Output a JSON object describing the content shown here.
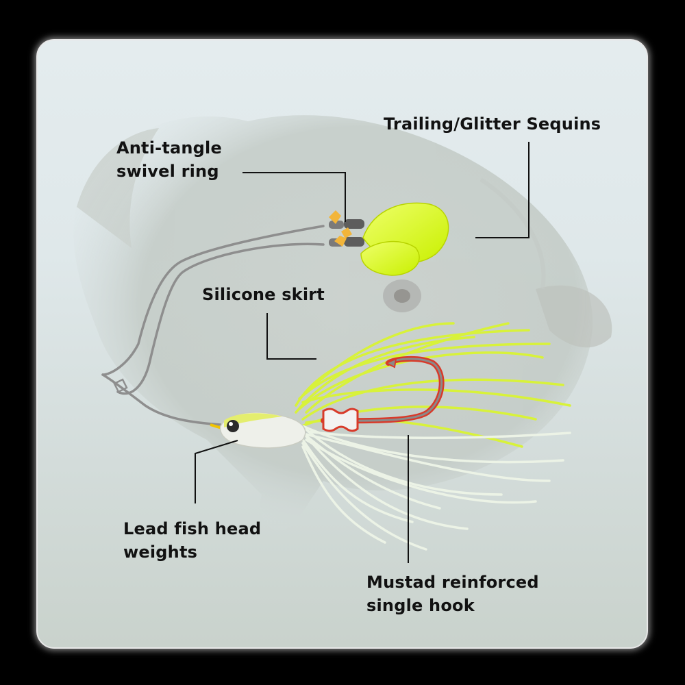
{
  "callouts": {
    "trailing_sequins": "Trailing/Glitter Sequins",
    "anti_tangle": "Anti-tangle\nswivel ring",
    "silicone_skirt": "Silicone skirt",
    "lead_head": "Lead fish head\nweights",
    "mustad_hook": "Mustad reinforced\nsingle hook"
  },
  "colors": {
    "background": "#000000",
    "panel_border": "#e8e8e8",
    "label_text": "#111111",
    "leader_line": "#111111",
    "blade": "#d9ff2a",
    "skirt_chartreuse": "#d8f23a",
    "skirt_white": "#f2f4f0",
    "hook": "#d83a2a",
    "wire": "#9a9a9a"
  }
}
